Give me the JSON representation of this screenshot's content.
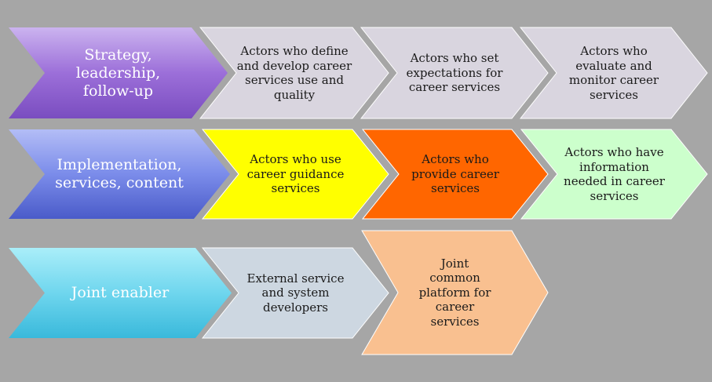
{
  "rows": [
    {
      "header": {
        "label": "Strategy, leadership, follow-up",
        "colors": [
          "#cbb3ef",
          "#9c6fd9",
          "#7a4dc0"
        ]
      },
      "items": [
        {
          "label": "Actors who define and develop career services use and quality",
          "color": "#d9d5df"
        },
        {
          "label": "Actors who set expectations for career services",
          "color": "#d9d5df"
        },
        {
          "label": "Actors who evaluate and monitor career services",
          "color": "#d9d5df"
        }
      ]
    },
    {
      "header": {
        "label": "Implementation, services, content",
        "colors": [
          "#b3bdf6",
          "#7b8cea",
          "#4a5bc9"
        ]
      },
      "items": [
        {
          "label": "Actors who use career guidance services",
          "color": "#ffff00"
        },
        {
          "label": "Actors who provide career services",
          "color": "#ff6600"
        },
        {
          "label": "Actors who have information needed in career services",
          "color": "#ccffcc"
        }
      ]
    },
    {
      "header": {
        "label": "Joint enabler",
        "colors": [
          "#aaeef9",
          "#6fd6ee",
          "#39b9db"
        ]
      },
      "items": [
        {
          "label": "External service and system developers",
          "color": "#cdd7e1"
        },
        {
          "label": "Joint common platform for career services",
          "color": "#f9c090"
        }
      ]
    }
  ]
}
